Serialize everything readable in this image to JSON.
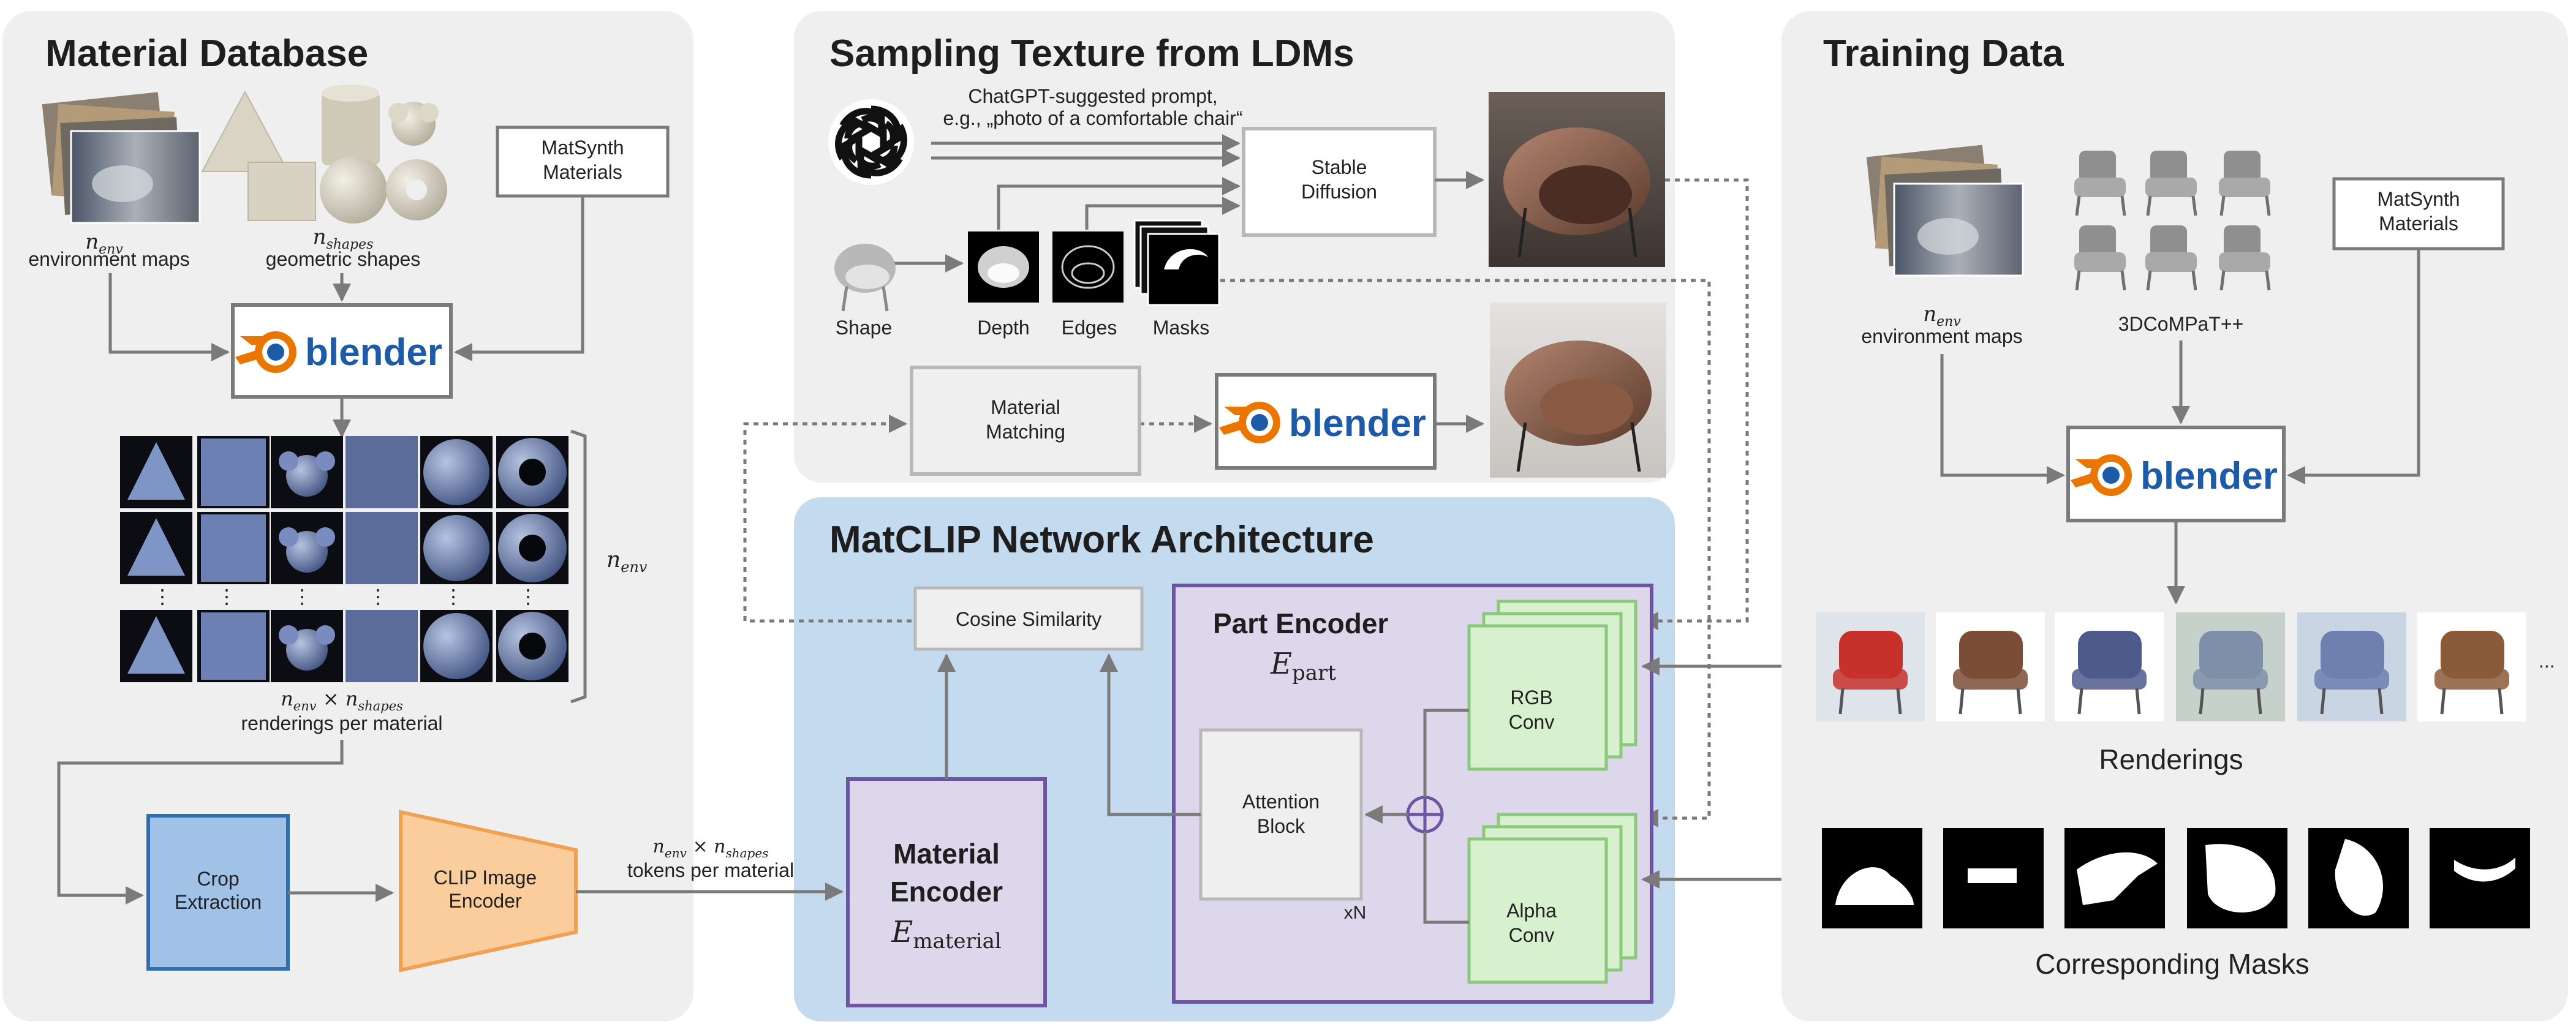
{
  "panels": {
    "material_database": "Material Database",
    "sampling": "Sampling Texture from LDMs",
    "training": "Training Data",
    "network": "MatCLIP Network Architecture"
  },
  "material_db": {
    "n_env": "n",
    "n_env_sub": "env",
    "env_label": "environment maps",
    "n_shapes": "n",
    "n_shapes_sub": "shapes",
    "shapes_label": "geometric shapes",
    "matsynth_line1": "MatSynth",
    "matsynth_line2": "Materials",
    "renderings_formula_n1": "n",
    "renderings_formula_s1": "env",
    "renderings_formula_x": "×",
    "renderings_formula_n2": "n",
    "renderings_formula_s2": "shapes",
    "renderings_label": "renderings per material",
    "bracket_n": "n",
    "bracket_sub": "env",
    "dots": "⋮"
  },
  "blender": {
    "word": "blender"
  },
  "sampling": {
    "prompt_line1": "ChatGPT-suggested prompt,",
    "prompt_line2": "e.g., „photo of a comfortable chair“",
    "stable_line1": "Stable",
    "stable_line2": "Diffusion",
    "shape": "Shape",
    "depth": "Depth",
    "edges": "Edges",
    "masks": "Masks",
    "matching_line1": "Material",
    "matching_line2": "Matching"
  },
  "training": {
    "n_env": "n",
    "n_env_sub": "env",
    "env_label": "environment maps",
    "compat": "3DCoMPaT++",
    "matsynth_line1": "MatSynth",
    "matsynth_line2": "Materials",
    "renderings": "Renderings",
    "masks": "Corresponding Masks",
    "ellipsis": "..."
  },
  "pipeline": {
    "crop_line1": "Crop",
    "crop_line2": "Extraction",
    "clip_line1": "CLIP Image",
    "clip_line2": "Encoder",
    "tokens_n1": "n",
    "tokens_s1": "env",
    "tokens_x": "×",
    "tokens_n2": "n",
    "tokens_s2": "shapes",
    "tokens_label": "tokens per material"
  },
  "network": {
    "cosine": "Cosine Similarity",
    "material_line1": "Material",
    "material_line2": "Encoder",
    "material_symbol": "E",
    "material_sub": "material",
    "part_title": "Part Encoder",
    "part_symbol": "E",
    "part_sub": "part",
    "attention_line1": "Attention",
    "attention_line2": "Block",
    "xn": "xN",
    "rgb_line1": "RGB",
    "rgb_line2": "Conv",
    "alpha_line1": "Alpha",
    "alpha_line2": "Conv",
    "plus": "+"
  },
  "colors": {
    "panel_bg": "#efefef",
    "network_bg": "#c4dbef",
    "part_bg": "#ddd7ec",
    "purple_border": "#6e55a3",
    "green_fill": "#d7f1ce",
    "green_border": "#8cc87c",
    "crop_fill": "#9fc2e6",
    "crop_border": "#2f6faf",
    "clip_fill": "#fbcd9c",
    "clip_border": "#f0a050",
    "arrow": "#7a7a7a",
    "blender_orange": "#ea7600",
    "blender_blue": "#1d5aa8"
  }
}
